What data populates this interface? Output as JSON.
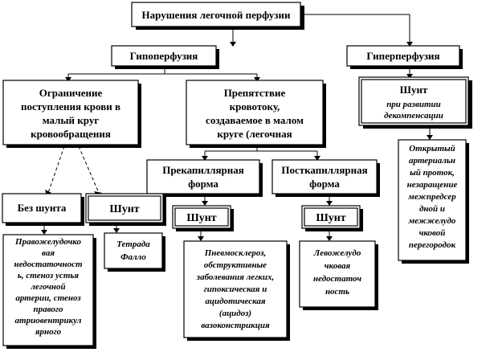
{
  "root": "Нарушения легочной перфузии",
  "hypo": "Гипоперфузия",
  "hyper": "Гиперперфузия",
  "limit": [
    "Ограничение",
    "поступления крови в",
    "малый круг",
    "кровообращения"
  ],
  "obstacle": [
    "Препятствие",
    "кровотоку,",
    "создаваемое в малом",
    "круге (легочная"
  ],
  "hyper_shunt": {
    "title": "Шунт",
    "desc": [
      "при развитии",
      "декомпенсации"
    ]
  },
  "hyper_list": [
    "Открытый",
    "артериальн",
    "ый проток,",
    "незаращение",
    "межпредсер",
    "дной и",
    "межжелудо",
    "чковой",
    "перегородок"
  ],
  "no_shunt": "Без шунта",
  "shunt_left": "Шунт",
  "precap": [
    "Прекапиллярная",
    "форма"
  ],
  "postcap": [
    "Посткапиллярная",
    "форма"
  ],
  "shunt_pre": "Шунт",
  "shunt_post": "Шунт",
  "no_shunt_desc": [
    "Правожелудочко",
    "вая",
    "недостаточност",
    "ь, стеноз устья",
    "легочной",
    "артерии, стеноз",
    "правого",
    "атриовентрикул",
    "ярного"
  ],
  "tetrada": [
    "Тетрада",
    "Фалло"
  ],
  "pre_desc": [
    "Пневмосклероз,",
    "обструктивные",
    "заболевания легких,",
    "гипоксическая и",
    "ацидотическая",
    "(ацидоз)",
    "вазоконстрикция"
  ],
  "post_desc": [
    "Левожелудо",
    "чковая",
    "недостаточ",
    "ность"
  ]
}
